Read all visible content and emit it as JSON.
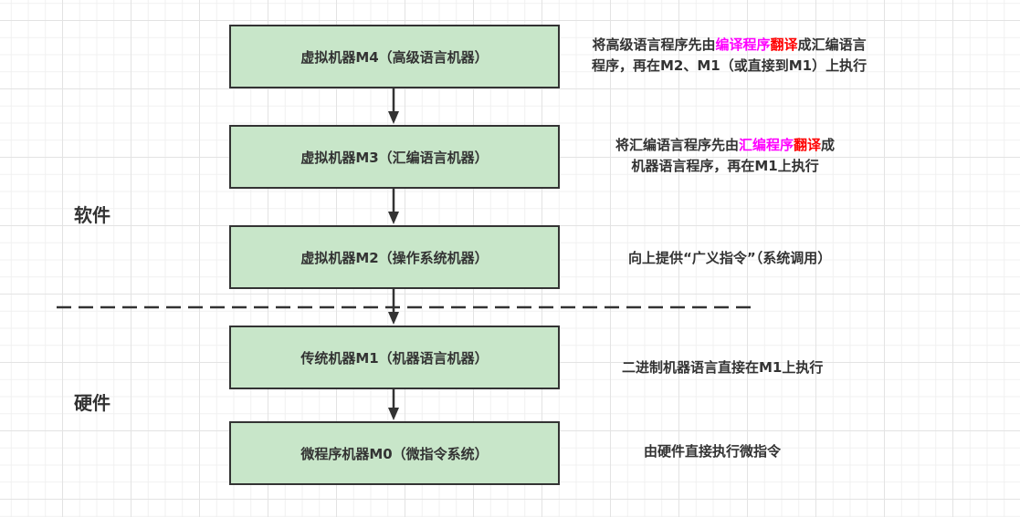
{
  "layers": {
    "software": "软件",
    "hardware": "硬件"
  },
  "machines": [
    {
      "id": "m4",
      "label": "虚拟机器M4（高级语言机器）"
    },
    {
      "id": "m3",
      "label": "虚拟机器M3（汇编语言机器）"
    },
    {
      "id": "m2",
      "label": "虚拟机器M2（操作系统机器）"
    },
    {
      "id": "m1",
      "label": "传统机器M1（机器语言机器）"
    },
    {
      "id": "m0",
      "label": "微程序机器M0（微指令系统）"
    }
  ],
  "notes": {
    "m4": {
      "line1_pre": "将高级语言程序先由",
      "line1_hl1": "编译程序",
      "line1_hl2": "翻译",
      "line1_post": "成汇编语言",
      "line2": "程序，再在M2、M1（或直接到M1）上执行"
    },
    "m3": {
      "line1_pre": "将汇编语言程序先由",
      "line1_hl1": "汇编程序",
      "line1_hl2": "翻译",
      "line1_post": "成",
      "line2": "机器语言程序，再在M1上执行"
    },
    "m2": "向上提供“广义指令”（系统调用）",
    "m1": "二进制机器语言直接在M1上执行",
    "m0": "由硬件直接执行微指令"
  },
  "colors": {
    "box_fill": "#c8e6c9",
    "stroke": "#333333",
    "highlight_magenta": "#ff00ff",
    "highlight_red": "#ff0000"
  }
}
